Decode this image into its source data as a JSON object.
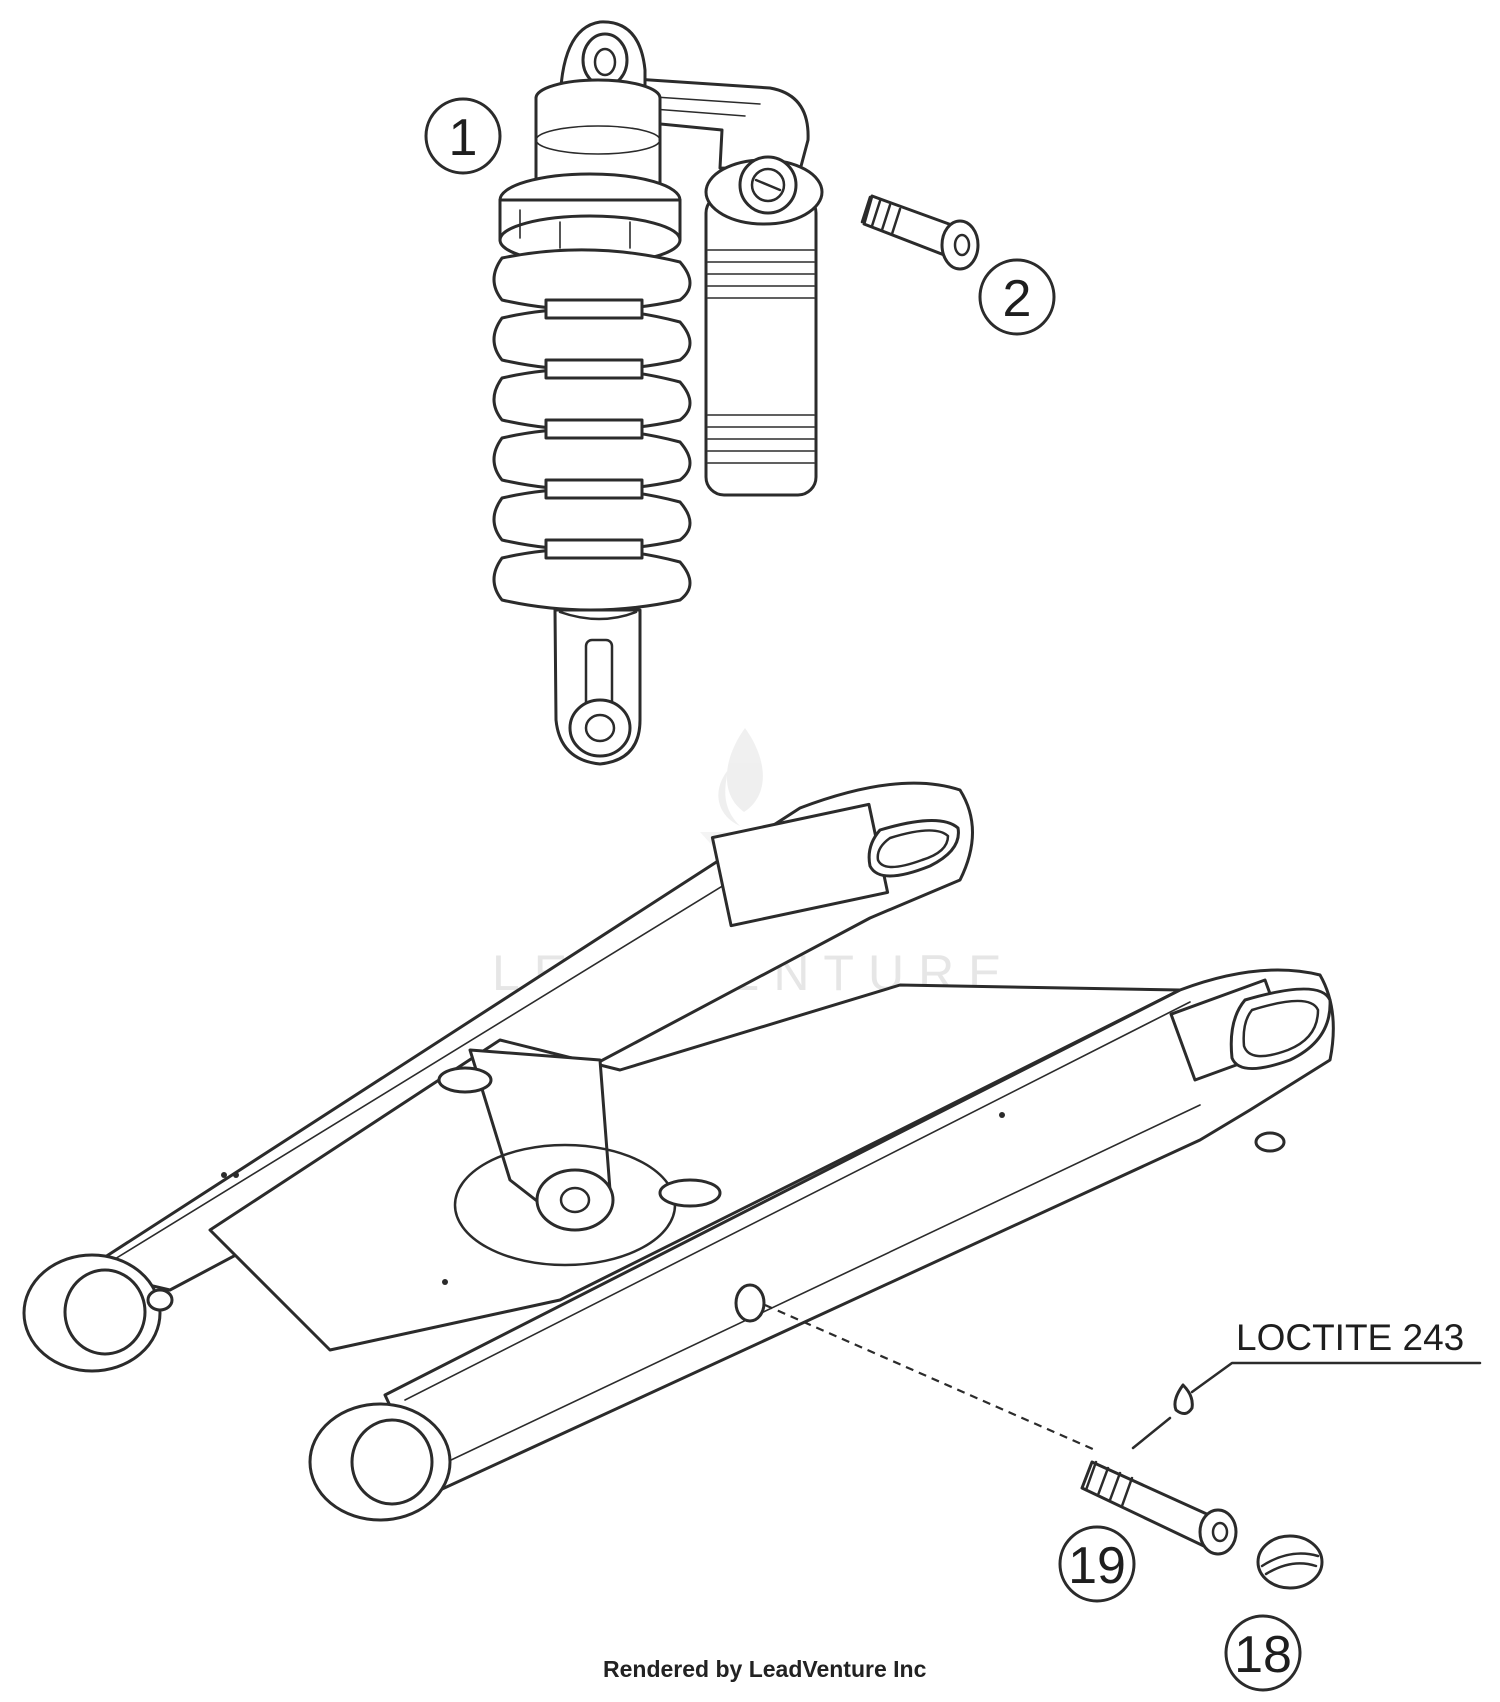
{
  "callouts": [
    {
      "number": "1",
      "part": "shock-absorber"
    },
    {
      "number": "2",
      "part": "upper-mount-screw"
    },
    {
      "number": "19",
      "part": "swingarm-screw"
    },
    {
      "number": "18",
      "part": "cap"
    }
  ],
  "note": {
    "text": "LOCTITE 243"
  },
  "watermark": {
    "text": "LEADVENTURE"
  },
  "credit": {
    "text": "Rendered by LeadVenture Inc"
  },
  "colors": {
    "line": "#2b2b2b",
    "watermark": "#e6e6e6",
    "background": "#ffffff"
  }
}
